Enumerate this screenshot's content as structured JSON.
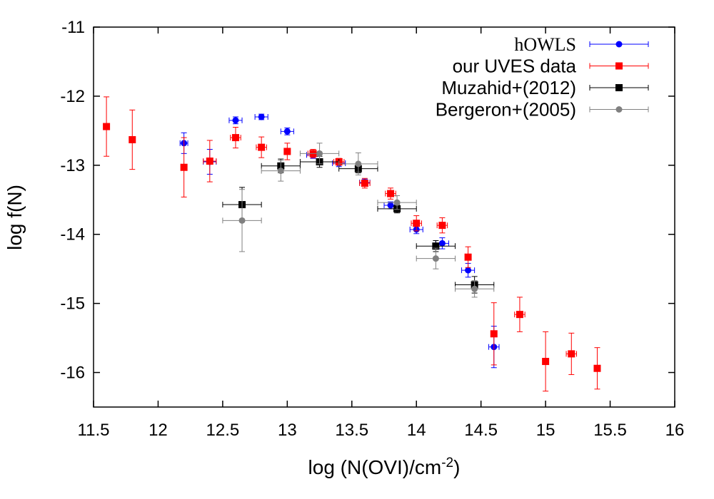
{
  "chart_data": {
    "type": "scatter",
    "xlabel": "log (N(OVI)/cm",
    "xlabel_sup": "-2",
    "xlabel_tail": ")",
    "ylabel": "log f(N)",
    "xlim": [
      11.5,
      16
    ],
    "ylim": [
      -16.5,
      -11
    ],
    "xticks": [
      "11.5",
      "12",
      "12.5",
      "13",
      "13.5",
      "14",
      "14.5",
      "15",
      "15.5",
      "16"
    ],
    "yticks": [
      "-11",
      "-12",
      "-13",
      "-14",
      "-15",
      "-16"
    ],
    "grid": false,
    "legend_position": "top-right",
    "series": [
      {
        "name": "hOWLS",
        "color": "#0000ff",
        "marker": "circle",
        "points": [
          {
            "x": 12.2,
            "y": -12.68,
            "xerr": 0.03,
            "yerr": 0.15
          },
          {
            "x": 12.4,
            "y": -12.95,
            "xerr": 0.05,
            "yerr": 0.18
          },
          {
            "x": 12.6,
            "y": -12.35,
            "xerr": 0.05,
            "yerr": 0.05
          },
          {
            "x": 12.8,
            "y": -12.3,
            "xerr": 0.05,
            "yerr": 0.04
          },
          {
            "x": 13.0,
            "y": -12.51,
            "xerr": 0.05,
            "yerr": 0.05
          },
          {
            "x": 13.2,
            "y": -12.85,
            "xerr": 0.05,
            "yerr": 0.05
          },
          {
            "x": 13.4,
            "y": -12.97,
            "xerr": 0.05,
            "yerr": 0.05
          },
          {
            "x": 13.6,
            "y": -13.25,
            "xerr": 0.04,
            "yerr": 0.05
          },
          {
            "x": 13.8,
            "y": -13.58,
            "xerr": 0.05,
            "yerr": 0.05
          },
          {
            "x": 14.0,
            "y": -13.93,
            "xerr": 0.05,
            "yerr": 0.06
          },
          {
            "x": 14.2,
            "y": -14.13,
            "xerr": 0.05,
            "yerr": 0.08
          },
          {
            "x": 14.4,
            "y": -14.52,
            "xerr": 0.05,
            "yerr": 0.1
          },
          {
            "x": 14.6,
            "y": -15.63,
            "xerr": 0.04,
            "yerr": 0.3
          }
        ]
      },
      {
        "name": "our UVES data",
        "color": "#ff0000",
        "marker": "square",
        "points": [
          {
            "x": 11.6,
            "y": -12.44,
            "xerr": 0.0,
            "yerr": 0.43
          },
          {
            "x": 11.8,
            "y": -12.63,
            "xerr": 0.0,
            "yerr": 0.43
          },
          {
            "x": 12.2,
            "y": -13.03,
            "xerr": 0.0,
            "yerr": 0.43
          },
          {
            "x": 12.4,
            "y": -12.94,
            "xerr": 0.05,
            "yerr": 0.3
          },
          {
            "x": 12.6,
            "y": -12.6,
            "xerr": 0.04,
            "yerr": 0.15
          },
          {
            "x": 12.8,
            "y": -12.74,
            "xerr": 0.04,
            "yerr": 0.15
          },
          {
            "x": 13.0,
            "y": -12.8,
            "xerr": 0.0,
            "yerr": 0.12
          },
          {
            "x": 13.2,
            "y": -12.83,
            "xerr": 0.04,
            "yerr": 0.06
          },
          {
            "x": 13.4,
            "y": -12.95,
            "xerr": 0.04,
            "yerr": 0.05
          },
          {
            "x": 13.6,
            "y": -13.26,
            "xerr": 0.04,
            "yerr": 0.07
          },
          {
            "x": 13.8,
            "y": -13.41,
            "xerr": 0.04,
            "yerr": 0.08
          },
          {
            "x": 14.0,
            "y": -13.84,
            "xerr": 0.04,
            "yerr": 0.11
          },
          {
            "x": 14.2,
            "y": -13.87,
            "xerr": 0.04,
            "yerr": 0.11
          },
          {
            "x": 14.4,
            "y": -14.33,
            "xerr": 0.0,
            "yerr": 0.15
          },
          {
            "x": 14.6,
            "y": -15.44,
            "xerr": 0.0,
            "yerr": 0.45
          },
          {
            "x": 14.8,
            "y": -15.16,
            "xerr": 0.04,
            "yerr": 0.25
          },
          {
            "x": 15.0,
            "y": -15.84,
            "xerr": 0.0,
            "yerr": 0.43
          },
          {
            "x": 15.2,
            "y": -15.73,
            "xerr": 0.04,
            "yerr": 0.3
          },
          {
            "x": 15.4,
            "y": -15.94,
            "xerr": 0.0,
            "yerr": 0.3
          }
        ]
      },
      {
        "name": "Muzahid+(2012)",
        "color": "#000000",
        "marker": "square",
        "points": [
          {
            "x": 12.65,
            "y": -13.57,
            "xerr": 0.15,
            "yerr": 0.25
          },
          {
            "x": 12.95,
            "y": -13.01,
            "xerr": 0.15,
            "yerr": 0.1
          },
          {
            "x": 13.25,
            "y": -12.95,
            "xerr": 0.15,
            "yerr": 0.08
          },
          {
            "x": 13.55,
            "y": -13.05,
            "xerr": 0.15,
            "yerr": 0.06
          },
          {
            "x": 13.85,
            "y": -13.63,
            "xerr": 0.15,
            "yerr": 0.06
          },
          {
            "x": 14.15,
            "y": -14.17,
            "xerr": 0.15,
            "yerr": 0.08
          },
          {
            "x": 14.45,
            "y": -14.73,
            "xerr": 0.15,
            "yerr": 0.12
          }
        ]
      },
      {
        "name": "Bergeron+(2005)",
        "color": "#808080",
        "marker": "circle",
        "points": [
          {
            "x": 12.65,
            "y": -13.8,
            "xerr": 0.15,
            "yerr": 0.45
          },
          {
            "x": 12.95,
            "y": -13.08,
            "xerr": 0.15,
            "yerr": 0.15
          },
          {
            "x": 13.25,
            "y": -12.83,
            "xerr": 0.15,
            "yerr": 0.15
          },
          {
            "x": 13.55,
            "y": -12.98,
            "xerr": 0.15,
            "yerr": 0.16
          },
          {
            "x": 13.85,
            "y": -13.54,
            "xerr": 0.15,
            "yerr": 0.1
          },
          {
            "x": 14.15,
            "y": -14.35,
            "xerr": 0.15,
            "yerr": 0.15
          },
          {
            "x": 14.45,
            "y": -14.79,
            "xerr": 0.15,
            "yerr": 0.12
          }
        ]
      }
    ]
  }
}
